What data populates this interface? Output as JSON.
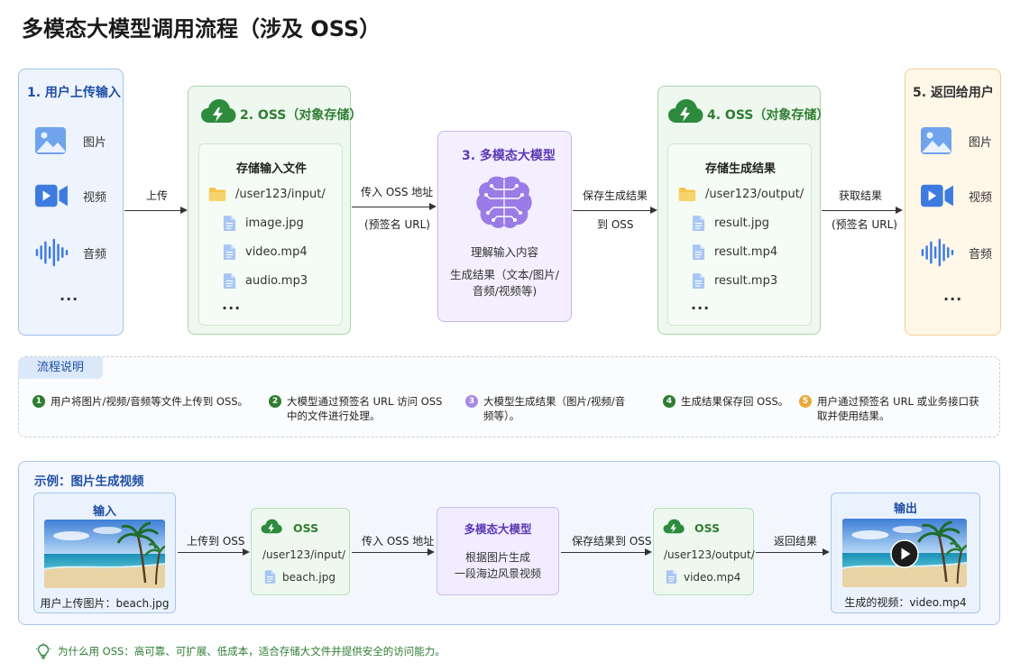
{
  "title": "多模态大模型调用流程（涉及 OSS）",
  "step1": {
    "title": "1. 用户上传输入",
    "items": [
      "图片",
      "视频",
      "音频"
    ],
    "more": "···"
  },
  "arrow1": "上传",
  "step2": {
    "title": "2. OSS（对象存储）",
    "inner_title": "存储输入文件",
    "folder": "/user123/input/",
    "files": [
      "image.jpg",
      "video.mp4",
      "audio.mp3"
    ],
    "more": "···"
  },
  "arrow2": {
    "line1": "传入 OSS 地址",
    "line2": "(预签名 URL)"
  },
  "step3": {
    "title": "3. 多模态大模型",
    "line1": "理解输入内容",
    "line2": "生成结果（文本/图片/",
    "line3": "音频/视频等)"
  },
  "arrow3": {
    "line1": "保存生成结果",
    "line2": "到 OSS"
  },
  "step4": {
    "title": "4. OSS（对象存储）",
    "inner_title": "存储生成结果",
    "folder": "/user123/output/",
    "files": [
      "result.jpg",
      "result.mp4",
      "result.mp3"
    ],
    "more": "···"
  },
  "arrow4": {
    "line1": "获取结果",
    "line2": "(预签名 URL)"
  },
  "step5": {
    "title": "5. 返回给用户",
    "items": [
      "图片",
      "视频",
      "音频"
    ],
    "more": "···"
  },
  "notes": {
    "tab": "流程说明",
    "items": [
      {
        "num": "1",
        "color": "#2e7d32",
        "text": "用户将图片/视频/音频等文件上传到 OSS。"
      },
      {
        "num": "2",
        "color": "#2e7d32",
        "text": "大模型通过预签名 URL 访问 OSS 中的文件进行处理。"
      },
      {
        "num": "3",
        "color": "#8e6bd8",
        "text": "大模型生成结果（图片/视频/音频等）。"
      },
      {
        "num": "4",
        "color": "#2e7d32",
        "text": "生成结果保存回 OSS。"
      },
      {
        "num": "5",
        "color": "#e8a83a",
        "text": "用户通过预签名 URL 或业务接口获取并使用结果。"
      }
    ]
  },
  "example": {
    "title": "示例：图片生成视频",
    "input_title": "输入",
    "input_caption": "用户上传图片：beach.jpg",
    "a1": "上传到 OSS",
    "oss1_title": "OSS",
    "oss1_folder": "/user123/input/",
    "oss1_file": "beach.jpg",
    "a2": "传入 OSS 地址",
    "model_title": "多模态大模型",
    "model_line1": "根据图片生成",
    "model_line2": "一段海边风景视频",
    "a3": "保存结果到 OSS",
    "oss2_title": "OSS",
    "oss2_folder": "/user123/output/",
    "oss2_file": "video.mp4",
    "a4": "返回结果",
    "output_title": "输出",
    "output_caption": "生成的视频：video.mp4"
  },
  "footer": "为什么用 OSS：高可靠、可扩展、低成本，适合存储大文件并提供安全的访问能力。",
  "colors": {
    "blue": "#3d7be0",
    "green": "#2e8b3e",
    "purple": "#8e6bd8",
    "orange": "#e8a83a"
  }
}
